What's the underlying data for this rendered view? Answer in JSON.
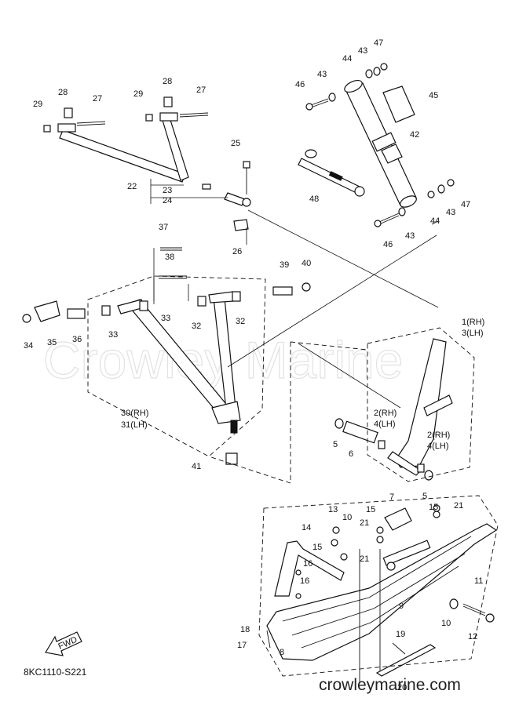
{
  "watermark": "Crowley Marine",
  "diagram_code": "8KC1110-S221",
  "website": "crowleymarine.com",
  "fwd_label": "FWD",
  "callouts": [
    {
      "id": "c47a",
      "text": "47"
    },
    {
      "id": "c43a",
      "text": "43"
    },
    {
      "id": "c44a",
      "text": "44"
    },
    {
      "id": "c43b",
      "text": "43"
    },
    {
      "id": "c46a",
      "text": "46"
    },
    {
      "id": "c45",
      "text": "45"
    },
    {
      "id": "c42",
      "text": "42"
    },
    {
      "id": "c28a",
      "text": "28"
    },
    {
      "id": "c27a",
      "text": "27"
    },
    {
      "id": "c29a",
      "text": "29"
    },
    {
      "id": "c28b",
      "text": "28"
    },
    {
      "id": "c29b",
      "text": "29"
    },
    {
      "id": "c27b",
      "text": "27"
    },
    {
      "id": "c25",
      "text": "25"
    },
    {
      "id": "c22",
      "text": "22"
    },
    {
      "id": "c23",
      "text": "23"
    },
    {
      "id": "c24",
      "text": "24"
    },
    {
      "id": "c26",
      "text": "26"
    },
    {
      "id": "c48",
      "text": "48"
    },
    {
      "id": "c47b",
      "text": "47"
    },
    {
      "id": "c43c",
      "text": "43"
    },
    {
      "id": "c44b",
      "text": "44"
    },
    {
      "id": "c43d",
      "text": "43"
    },
    {
      "id": "c46b",
      "text": "46"
    },
    {
      "id": "c37",
      "text": "37"
    },
    {
      "id": "c38",
      "text": "38"
    },
    {
      "id": "c39",
      "text": "39"
    },
    {
      "id": "c40",
      "text": "40"
    },
    {
      "id": "c34",
      "text": "34"
    },
    {
      "id": "c35",
      "text": "35"
    },
    {
      "id": "c36",
      "text": "36"
    },
    {
      "id": "c33a",
      "text": "33"
    },
    {
      "id": "c33b",
      "text": "33"
    },
    {
      "id": "c32a",
      "text": "32"
    },
    {
      "id": "c32b",
      "text": "32"
    },
    {
      "id": "c1rh",
      "text": "1(RH)"
    },
    {
      "id": "c3lh",
      "text": "3(LH)"
    },
    {
      "id": "c30rh",
      "text": "30(RH)"
    },
    {
      "id": "c31lh",
      "text": "31(LH)"
    },
    {
      "id": "c2rha",
      "text": "2(RH)"
    },
    {
      "id": "c4lha",
      "text": "4(LH)"
    },
    {
      "id": "c2rhb",
      "text": "2(RH)"
    },
    {
      "id": "c4lhb",
      "text": "4(LH)"
    },
    {
      "id": "c5a",
      "text": "5"
    },
    {
      "id": "c6",
      "text": "6"
    },
    {
      "id": "c5b",
      "text": "5"
    },
    {
      "id": "c41",
      "text": "41"
    },
    {
      "id": "c7",
      "text": "7"
    },
    {
      "id": "c13",
      "text": "13"
    },
    {
      "id": "c10a",
      "text": "10"
    },
    {
      "id": "c15a",
      "text": "15"
    },
    {
      "id": "c21a",
      "text": "21"
    },
    {
      "id": "c15b",
      "text": "15"
    },
    {
      "id": "c21b",
      "text": "21"
    },
    {
      "id": "c14",
      "text": "14"
    },
    {
      "id": "c15c",
      "text": "15"
    },
    {
      "id": "c21c",
      "text": "21"
    },
    {
      "id": "c16a",
      "text": "16"
    },
    {
      "id": "c16b",
      "text": "16"
    },
    {
      "id": "c9",
      "text": "9"
    },
    {
      "id": "c11",
      "text": "11"
    },
    {
      "id": "c10b",
      "text": "10"
    },
    {
      "id": "c12",
      "text": "12"
    },
    {
      "id": "c18",
      "text": "18"
    },
    {
      "id": "c17",
      "text": "17"
    },
    {
      "id": "c8",
      "text": "8"
    },
    {
      "id": "c19",
      "text": "19"
    },
    {
      "id": "c20",
      "text": "20"
    }
  ]
}
